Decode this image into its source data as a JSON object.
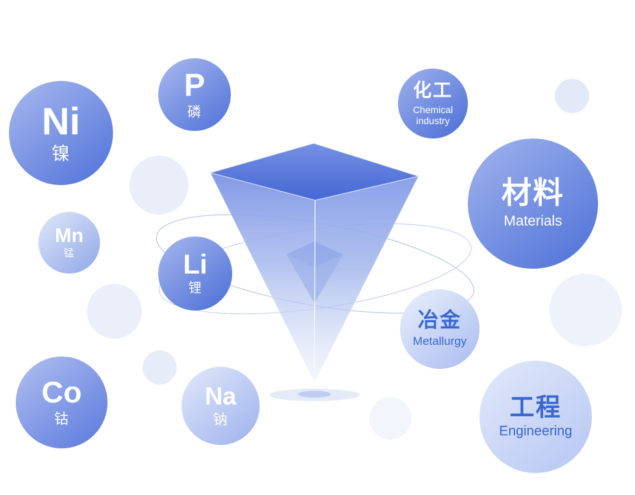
{
  "colors": {
    "background": "#ffffff",
    "accent_blue": "#4e71d9",
    "label_blue": "#3a67d1",
    "pyramid_top_face": "#4667d4",
    "pyramid_face_light": "#8aa1e8",
    "orbit_line": "#9fb4e9",
    "shadow_outer": "#e4eaf8",
    "shadow_inner": "#c0cdf1",
    "decor_circle": "#e9eef9"
  },
  "bubbles": [
    {
      "id": "ni",
      "symbol": "Ni",
      "label_cn": "镍",
      "label_en": "",
      "text_color": "#ffffff",
      "gradient_from": "#a9b9ee",
      "gradient_to": "#4e71d9"
    },
    {
      "id": "p",
      "symbol": "P",
      "label_cn": "磷",
      "label_en": "",
      "text_color": "#ffffff",
      "gradient_from": "#a9b9ee",
      "gradient_to": "#4e71d9"
    },
    {
      "id": "chemical",
      "symbol": "化工",
      "label_cn": "",
      "label_en": "Chemical industry",
      "text_color": "#ffffff",
      "gradient_from": "#9fb1ec",
      "gradient_to": "#4a6ed6"
    },
    {
      "id": "materials",
      "symbol": "材料",
      "label_cn": "",
      "label_en": "Materials",
      "text_color": "#ffffff",
      "gradient_from": "#a2b4ed",
      "gradient_to": "#4c70d8"
    },
    {
      "id": "mn",
      "symbol": "Mn",
      "label_cn": "锰",
      "label_en": "",
      "text_color": "#ffffff",
      "gradient_from": "#e0e8f9",
      "gradient_to": "#8fa6e8"
    },
    {
      "id": "li",
      "symbol": "Li",
      "label_cn": "锂",
      "label_en": "",
      "text_color": "#ffffff",
      "gradient_from": "#a6b7ee",
      "gradient_to": "#4a6ed7"
    },
    {
      "id": "co",
      "symbol": "Co",
      "label_cn": "钴",
      "label_en": "",
      "text_color": "#ffffff",
      "gradient_from": "#b2c0f0",
      "gradient_to": "#5878dd"
    },
    {
      "id": "na",
      "symbol": "Na",
      "label_cn": "钠",
      "label_en": "",
      "text_color": "#ffffff",
      "gradient_from": "#e2e9fa",
      "gradient_to": "#9db1ec"
    },
    {
      "id": "metallurgy",
      "symbol": "冶金",
      "label_cn": "",
      "label_en": "Metallurgy",
      "text_color": "#3a67d1",
      "gradient_from": "#eaf0fb",
      "gradient_to": "#a9bcf1"
    },
    {
      "id": "engineering",
      "symbol": "工程",
      "label_cn": "",
      "label_en": "Engineering",
      "text_color": "#3a67d1",
      "gradient_from": "#e2e9f9",
      "gradient_to": "#b6c6f4"
    }
  ]
}
